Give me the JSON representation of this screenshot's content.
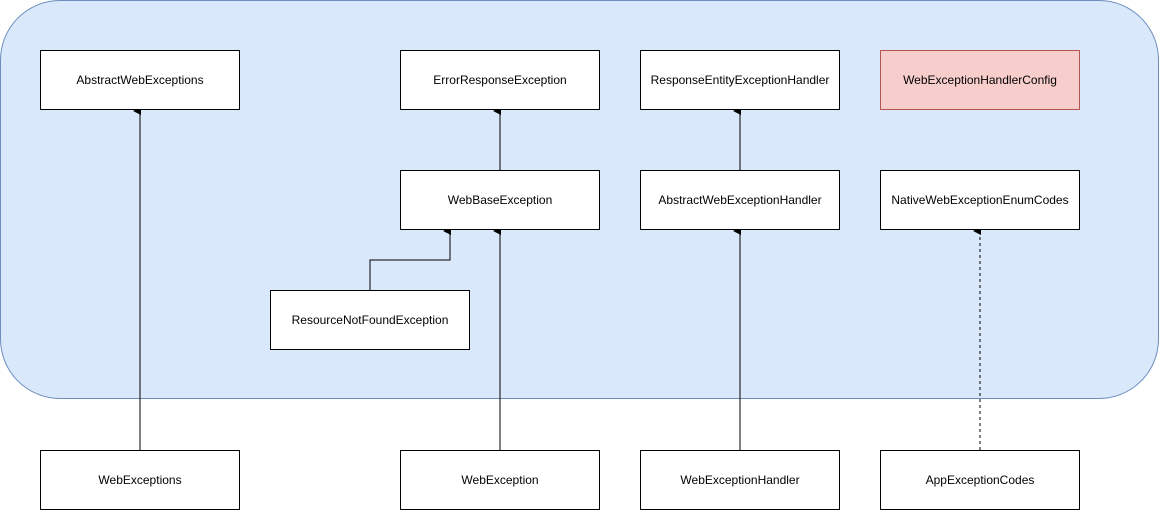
{
  "nodes": {
    "abstract_web_exceptions": "AbstractWebExceptions",
    "error_response_exception": "ErrorResponseException",
    "response_entity_exception_handler": "ResponseEntityExceptionHandler",
    "web_exception_handler_config": "WebExceptionHandlerConfig",
    "web_base_exception": "WebBaseException",
    "abstract_web_exception_handler": "AbstractWebExceptionHandler",
    "native_web_exception_enum_codes": "NativeWebExceptionEnumCodes",
    "resource_not_found_exception": "ResourceNotFoundException",
    "web_exceptions": "WebExceptions",
    "web_exception": "WebException",
    "web_exception_handler": "WebExceptionHandler",
    "app_exception_codes": "AppExceptionCodes"
  },
  "colors": {
    "container_fill": "#dae8fc",
    "container_stroke": "#6c8ebf",
    "highlight_fill": "#f8cecc",
    "highlight_stroke": "#b85450"
  },
  "edges": [
    {
      "from": "WebExceptions",
      "to": "AbstractWebExceptions",
      "style": "solid"
    },
    {
      "from": "WebBaseException",
      "to": "ErrorResponseException",
      "style": "solid"
    },
    {
      "from": "ResourceNotFoundException",
      "to": "WebBaseException",
      "style": "solid"
    },
    {
      "from": "WebException",
      "to": "WebBaseException",
      "style": "solid"
    },
    {
      "from": "AbstractWebExceptionHandler",
      "to": "ResponseEntityExceptionHandler",
      "style": "solid"
    },
    {
      "from": "WebExceptionHandler",
      "to": "AbstractWebExceptionHandler",
      "style": "solid"
    },
    {
      "from": "AppExceptionCodes",
      "to": "NativeWebExceptionEnumCodes",
      "style": "dashed"
    }
  ]
}
